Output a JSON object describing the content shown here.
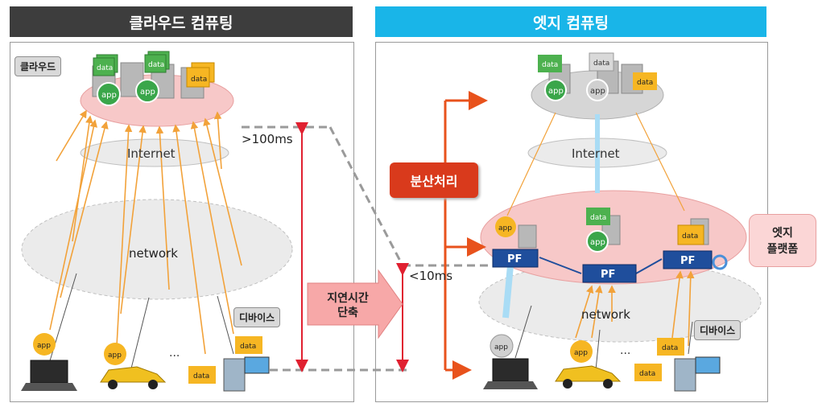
{
  "left": {
    "header": "클라우드 컴퓨팅",
    "cloud_tag": "클라우드",
    "internet": "Internet",
    "network": "network",
    "device_tag": "디바이스",
    "latency": ">100ms",
    "app_label": "app",
    "data_label": "data",
    "ellipsis": "..."
  },
  "right": {
    "header": "엣지 컴퓨팅",
    "internet": "Internet",
    "network": "network",
    "device_tag": "디바이스",
    "latency": "<10ms",
    "distributed": "분산처리",
    "edge_platform_line1": "엣지",
    "edge_platform_line2": "플랫폼",
    "pf_label": "PF",
    "app_label": "app",
    "data_label": "data",
    "ellipsis": "..."
  },
  "middle": {
    "reduce_line1": "지연시간",
    "reduce_line2": "단축"
  },
  "colors": {
    "left_header": "#3d3d3d",
    "right_header": "#19b5e8",
    "cloud_pink": "#f7c8c8",
    "pf_blue": "#1f4e9c",
    "orange": "#d93a1c",
    "app_green": "#3aa64a",
    "data_green": "#4db14f",
    "data_yellow": "#f6b623"
  }
}
